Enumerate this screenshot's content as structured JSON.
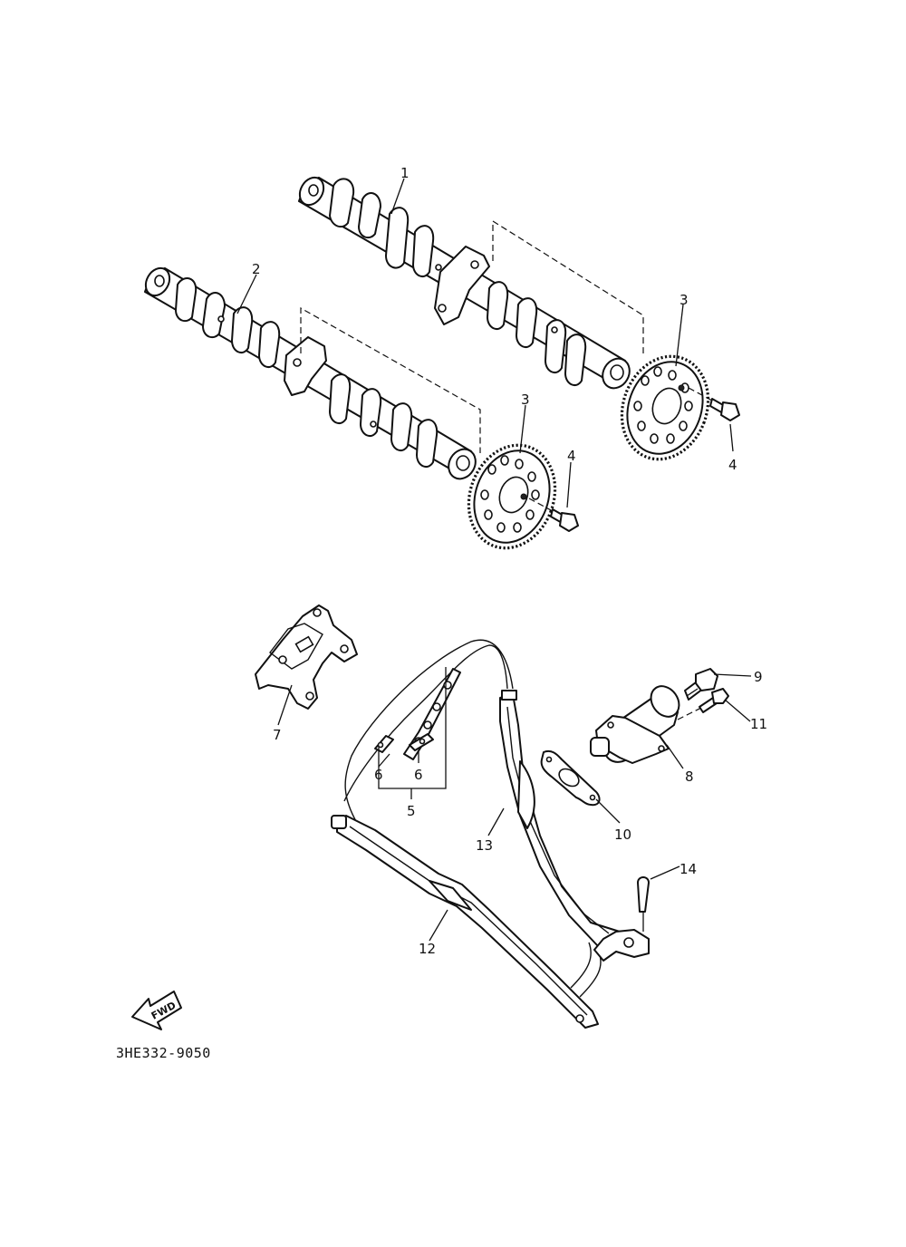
{
  "diagram": {
    "callouts": [
      {
        "id": "c1",
        "text": "1"
      },
      {
        "id": "c2",
        "text": "2"
      },
      {
        "id": "c3a",
        "text": "3"
      },
      {
        "id": "c3b",
        "text": "3"
      },
      {
        "id": "c4a",
        "text": "4"
      },
      {
        "id": "c4b",
        "text": "4"
      },
      {
        "id": "c5",
        "text": "5"
      },
      {
        "id": "c6a",
        "text": "6"
      },
      {
        "id": "c6b",
        "text": "6"
      },
      {
        "id": "c7",
        "text": "7"
      },
      {
        "id": "c8",
        "text": "8"
      },
      {
        "id": "c9",
        "text": "9"
      },
      {
        "id": "c10",
        "text": "10"
      },
      {
        "id": "c11",
        "text": "11"
      },
      {
        "id": "c12",
        "text": "12"
      },
      {
        "id": "c13",
        "text": "13"
      },
      {
        "id": "c14",
        "text": "14"
      }
    ],
    "fwd_arrow": {
      "text": "FWD"
    },
    "diagram_code": "3HE332-9050"
  }
}
